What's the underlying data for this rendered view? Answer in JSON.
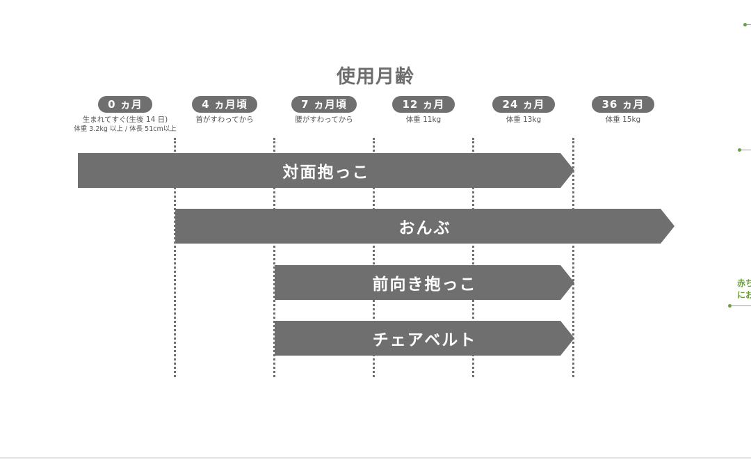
{
  "title": "使用月齢",
  "milestones": [
    {
      "label": "0 ヵ月",
      "note1": "生まれてすぐ(生後 14 日)",
      "note2": "体重 3.2kg 以上 / 体長 51cm以上"
    },
    {
      "label": "4 ヵ月頃",
      "note1": "首がすわってから",
      "note2": ""
    },
    {
      "label": "7 ヵ月頃",
      "note1": "腰がすわってから",
      "note2": ""
    },
    {
      "label": "12 ヵ月",
      "note1": "体重 11kg",
      "note2": ""
    },
    {
      "label": "24 ヵ月",
      "note1": "体重 13kg",
      "note2": ""
    },
    {
      "label": "36 ヵ月",
      "note1": "体重 15kg",
      "note2": ""
    }
  ],
  "bars": [
    {
      "label": "対面抱っこ"
    },
    {
      "label": "おんぶ"
    },
    {
      "label": "前向き抱っこ"
    },
    {
      "label": "チェアベルト"
    }
  ],
  "side_note": {
    "line1": "赤ち",
    "line2": "にお"
  },
  "colors": {
    "bar": "#6f6f6f",
    "pill": "#6f6f6f",
    "accent_green": "#6aa237"
  }
}
